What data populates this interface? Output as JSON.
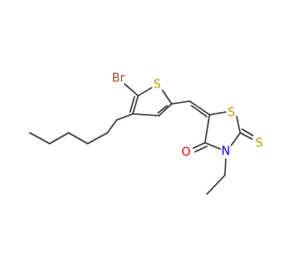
{
  "molecule": {
    "atoms": {
      "br": {
        "label": "Br",
        "color": "#a0522d"
      },
      "s_thiophene": {
        "label": "S",
        "color": "#b8a000"
      },
      "s_ring": {
        "label": "S",
        "color": "#b8a000"
      },
      "s_thione": {
        "label": "S",
        "color": "#b8a000"
      },
      "o": {
        "label": "O",
        "color": "#ff0000"
      },
      "n": {
        "label": "N",
        "color": "#0000ff"
      }
    },
    "bond_color": "#3d3d3d"
  }
}
